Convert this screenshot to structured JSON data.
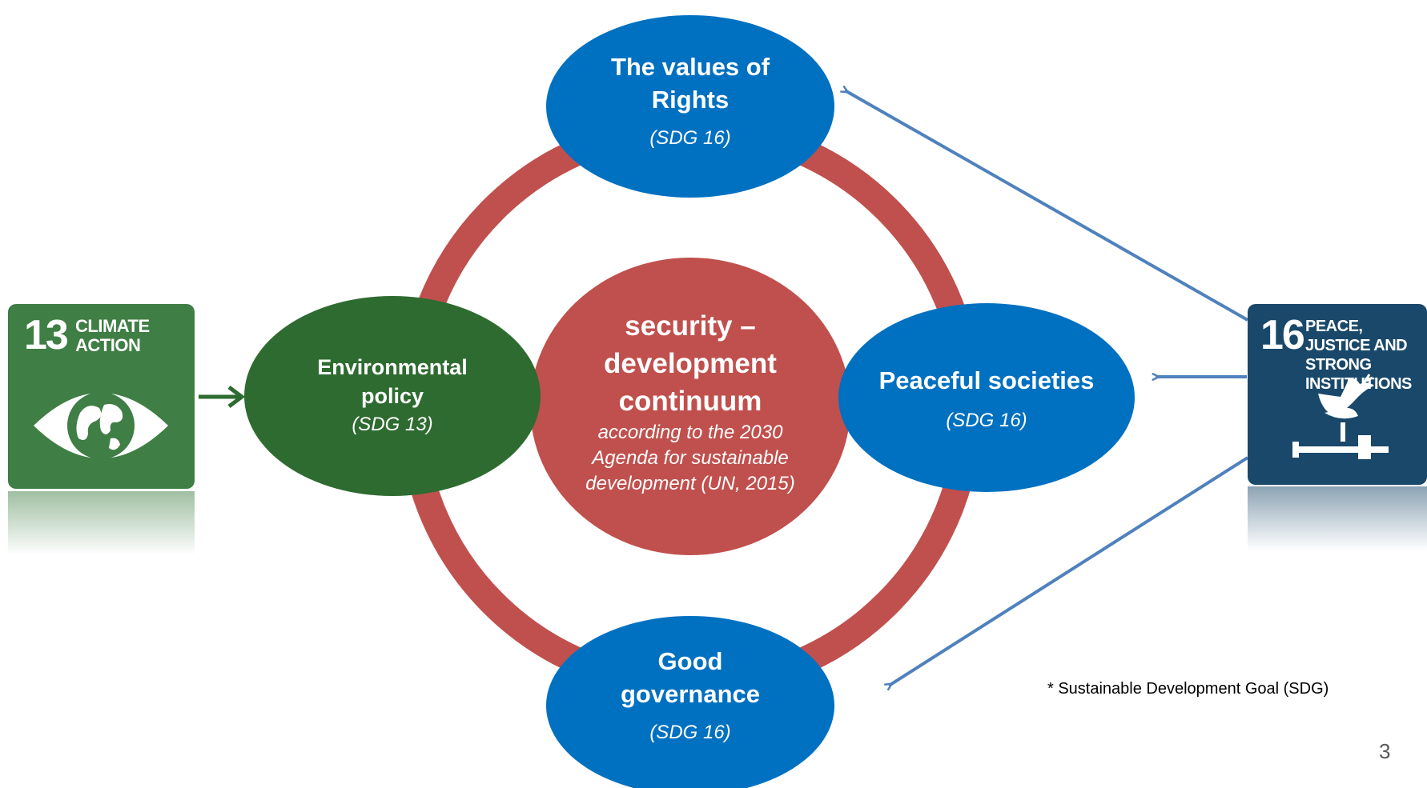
{
  "nodes": {
    "center": {
      "title": "security – development continuum",
      "subtitle": "according to the 2030 Agenda for sustainable development (UN, 2015)"
    },
    "top": {
      "title": "The values of Rights",
      "sdg": "(SDG 16)"
    },
    "left": {
      "title": "Environmental policy",
      "sdg": "(SDG 13)"
    },
    "right": {
      "title": "Peaceful societies",
      "sdg": "(SDG 16)"
    },
    "bottom": {
      "title": "Good governance",
      "sdg": "(SDG 16)"
    }
  },
  "tiles": {
    "sdg13": {
      "number": "13",
      "label": "CLIMATE ACTION",
      "icon": "eye-globe-icon",
      "color": "#3f7e44"
    },
    "sdg16": {
      "number": "16",
      "label": "PEACE, JUSTICE AND STRONG INSTITUTIONS",
      "icon": "dove-gavel-icon",
      "color": "#19486a"
    }
  },
  "footnote": "* Sustainable Development Goal (SDG)",
  "page_number": "3",
  "colors": {
    "ring": "#c0504d",
    "center": "#c0504d",
    "blue_node": "#0070c0",
    "green_node": "#2e6b30",
    "blue_arrow": "#4f81bd",
    "green_arrow": "#2e6b30"
  }
}
